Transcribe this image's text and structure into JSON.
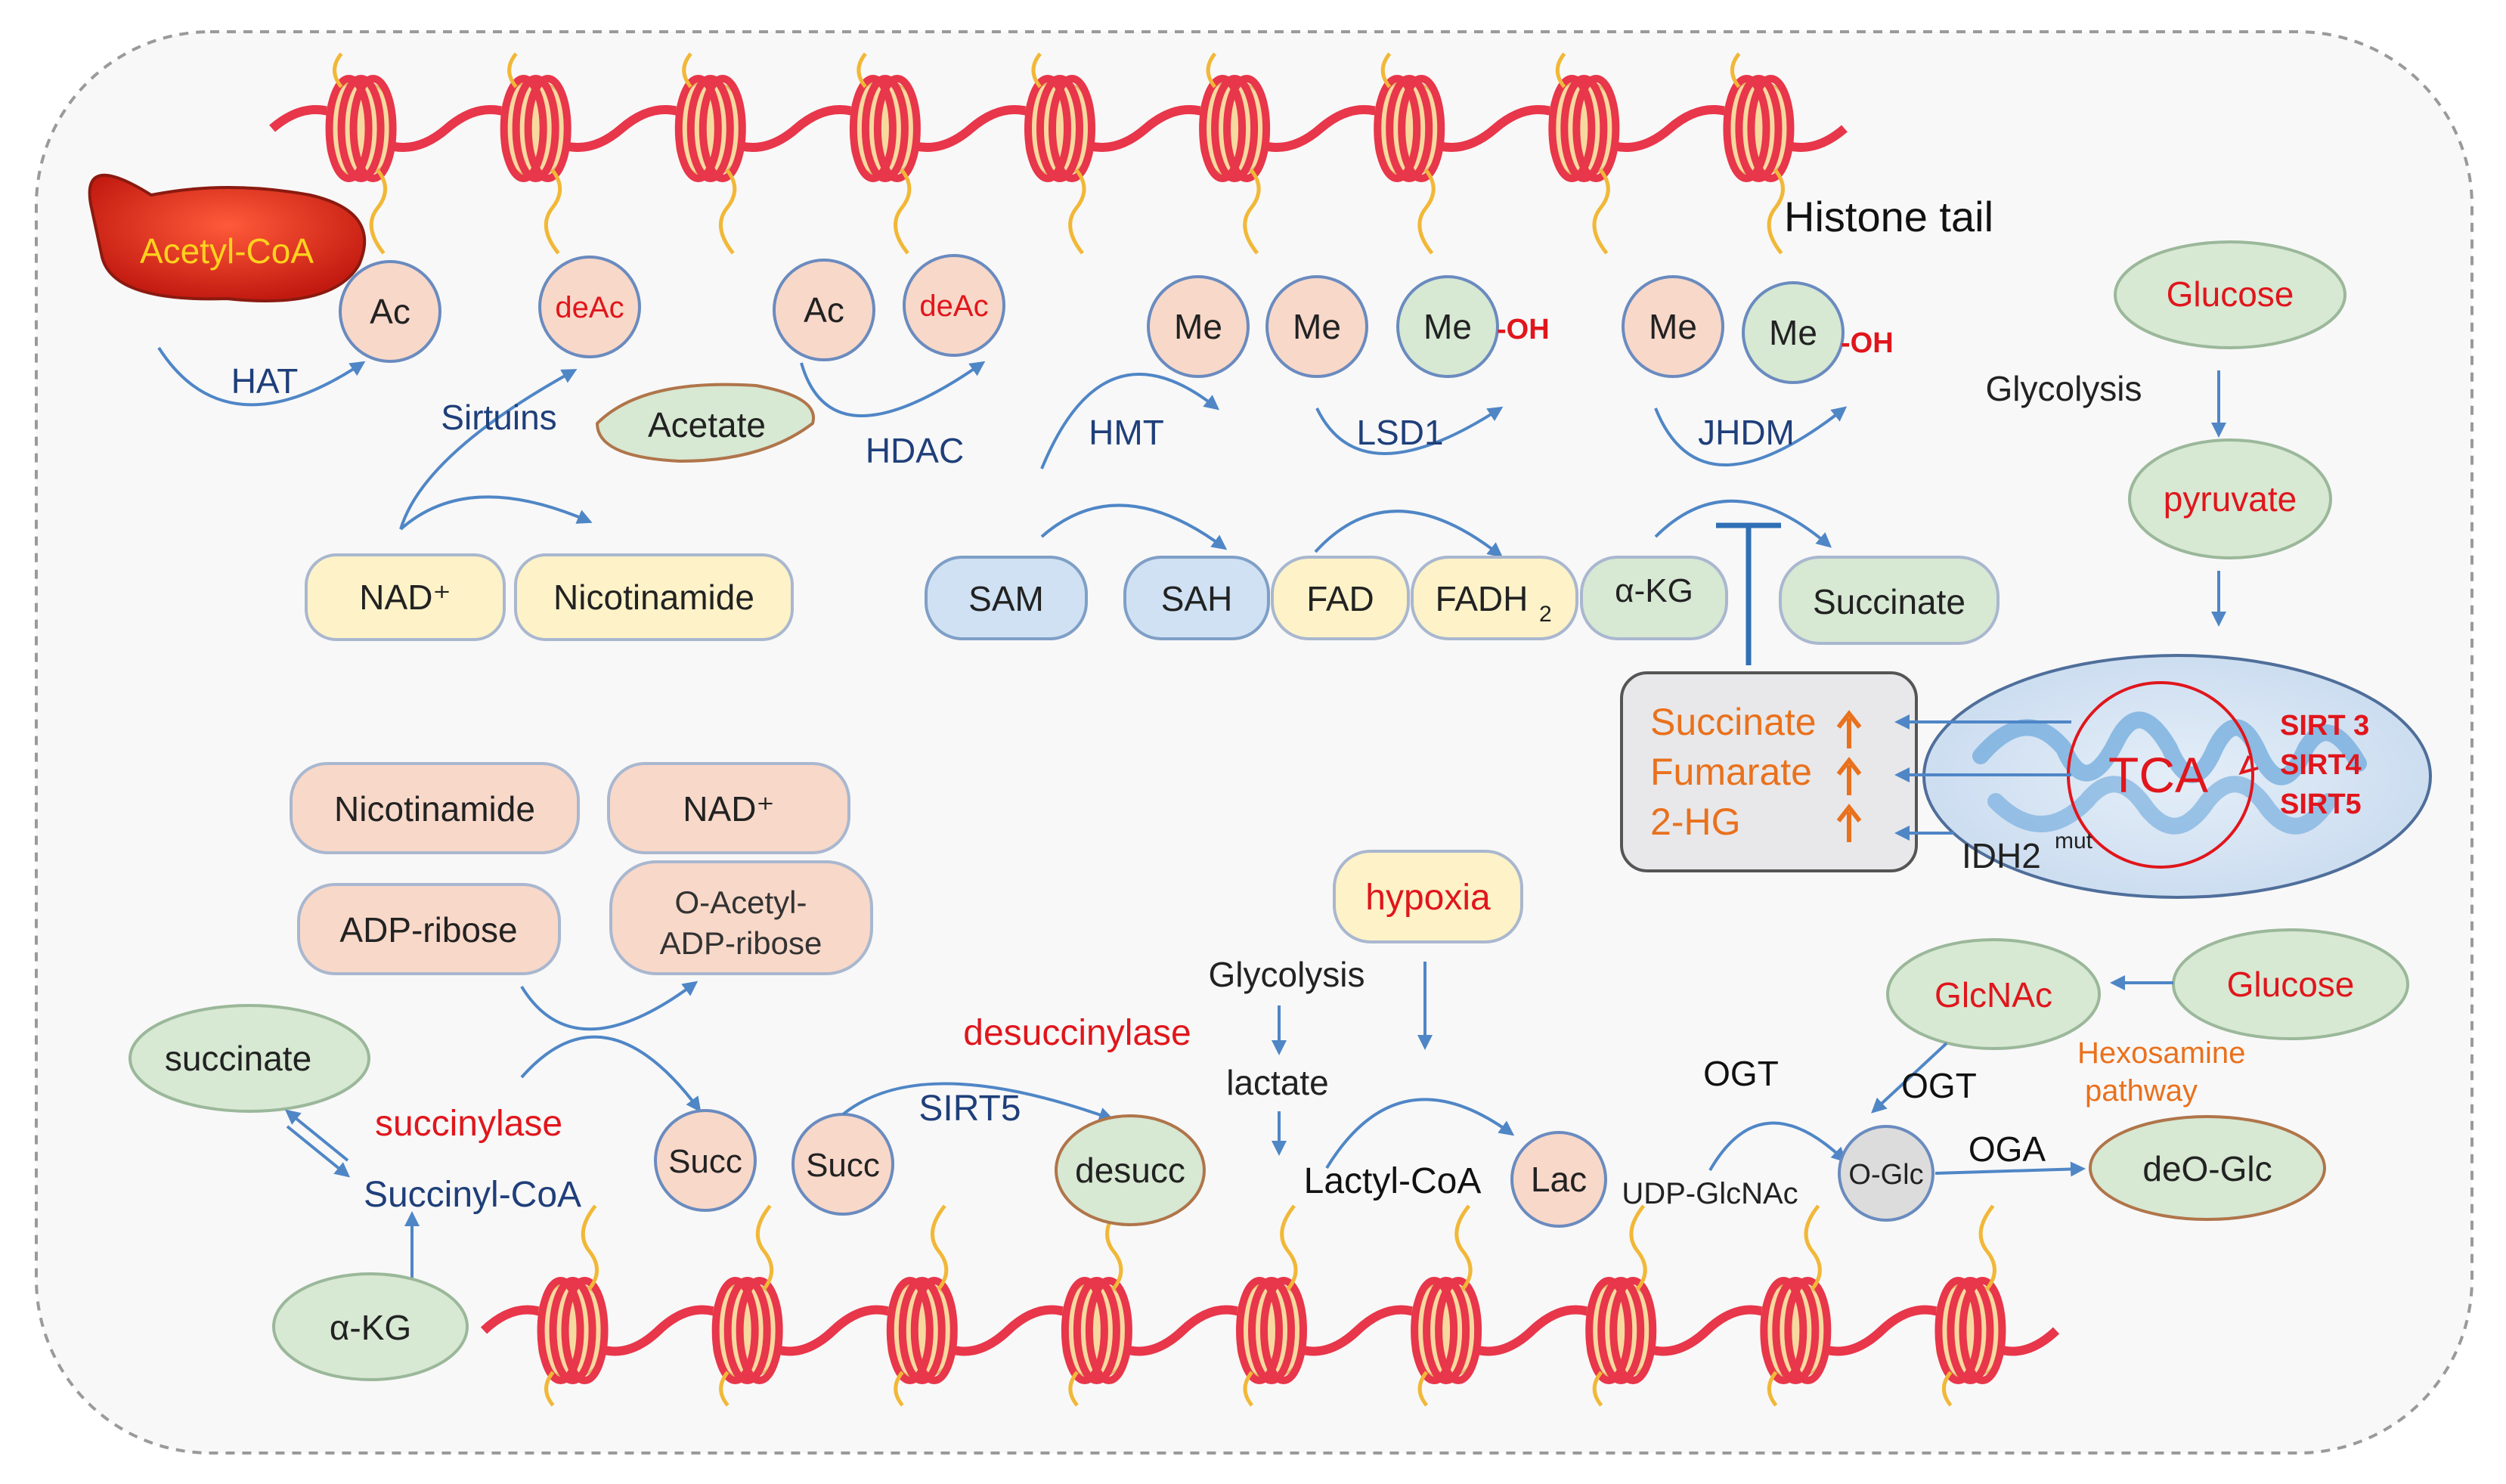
{
  "colors": {
    "dna": "#e8364a",
    "nucleosome": "#f7d9a0",
    "tail": "#f1b838",
    "arrow": "#4f86c6",
    "navy": "#1f3f7a",
    "red": "#e0161c",
    "orange": "#e9711d",
    "green_fill": "#d7e8d3",
    "peach_fill": "#f8d8c9",
    "yellow_fill": "#fdf2c8",
    "blue_fill": "#cfe1f3"
  },
  "labels": {
    "acetyl_coa": "Acetyl-CoA",
    "ac1": "Ac",
    "deac1": "deAc",
    "ac2": "Ac",
    "deac2": "deAc",
    "hat": "HAT",
    "sirtuins": "Sirtuins",
    "acetate": "Acetate",
    "hdac": "HDAC",
    "nad_top": "NAD⁺",
    "nicotinamide_top": "Nicotinamide",
    "me1": "Me",
    "me2": "Me",
    "me3": "Me",
    "me4": "Me",
    "me5": "Me",
    "oh1": "-OH",
    "oh2": "-OH",
    "histone_tail": "Histone tail",
    "hmt": "HMT",
    "lsd1": "LSD1",
    "jhdm": "JHDM",
    "sam": "SAM",
    "sah": "SAH",
    "fad": "FAD",
    "fadh2": "FADH",
    "fadh2_sub": "2",
    "akg_top": "α-KG",
    "succinate_top": "Succinate",
    "glucose_top": "Glucose",
    "glycolysis_top": "Glycolysis",
    "pyruvate": "pyruvate",
    "succinate_box": "Succinate",
    "fumarate_box": "Fumarate",
    "hg_box": "2-HG",
    "tca": "TCA",
    "sirt3": "SIRT 3",
    "sirt4": "SIRT4",
    "sirt5_mito": "SIRT5",
    "idh2": "IDH2",
    "idh2_sup": "mut",
    "nicotinamide_bottom": "Nicotinamide",
    "nad_bottom": "NAD⁺",
    "adp_ribose": "ADP-ribose",
    "o_acetyl_1": "O-Acetyl-",
    "o_acetyl_2": "ADP-ribose",
    "succinate_low": "succinate",
    "succinylase": "succinylase",
    "succinyl_coa": "Succinyl-CoA",
    "akg_low": "α-KG",
    "succ1": "Succ",
    "succ2": "Succ",
    "desuccinylase": "desuccinylase",
    "sirt5": "SIRT5",
    "desucc": "desucc",
    "hypoxia": "hypoxia",
    "glycolysis_low": "Glycolysis",
    "lactate": "lactate",
    "lactyl_coa": "Lactyl-CoA",
    "lac": "Lac",
    "ogt1": "OGT",
    "ogt2": "OGT",
    "udp_glcnac": "UDP-GlcNAc",
    "o_glc": "O-Glc",
    "oga": "OGA",
    "deo_glc": "deO-Glc",
    "glcnac": "GlcNAc",
    "glucose_low": "Glucose",
    "hexosamine_1": "Hexosamine",
    "hexosamine_2": "pathway"
  }
}
